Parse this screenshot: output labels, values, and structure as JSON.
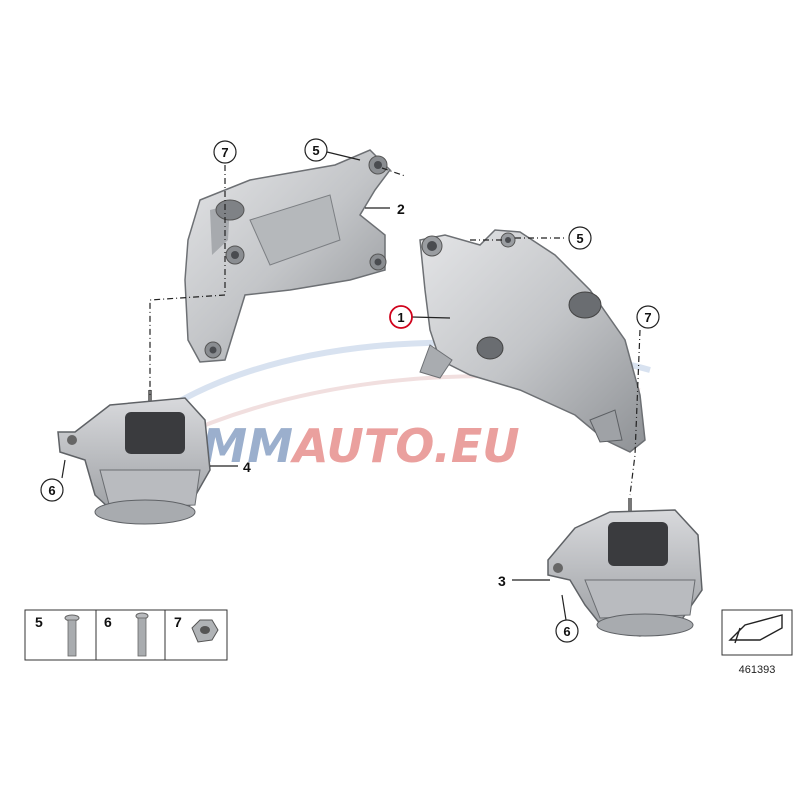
{
  "watermark": {
    "part1": "EMM",
    "part2": "AUTO.EU",
    "color1": "#4a6fa5",
    "color2": "#d9534f"
  },
  "callouts": {
    "c7a": "7",
    "c5a": "5",
    "c2": "2",
    "c5b": "5",
    "c1": "1",
    "c7b": "7",
    "c6a": "6",
    "c4": "4",
    "c3": "3",
    "c6b": "6"
  },
  "legend": {
    "item5": "5",
    "item6": "6",
    "item7": "7"
  },
  "drawing_number": "461393",
  "colors": {
    "part_fill": "#c9cbce",
    "part_shade": "#9ea1a5",
    "rubber": "#3a3b3e",
    "highlight_ring": "#d0021b"
  }
}
